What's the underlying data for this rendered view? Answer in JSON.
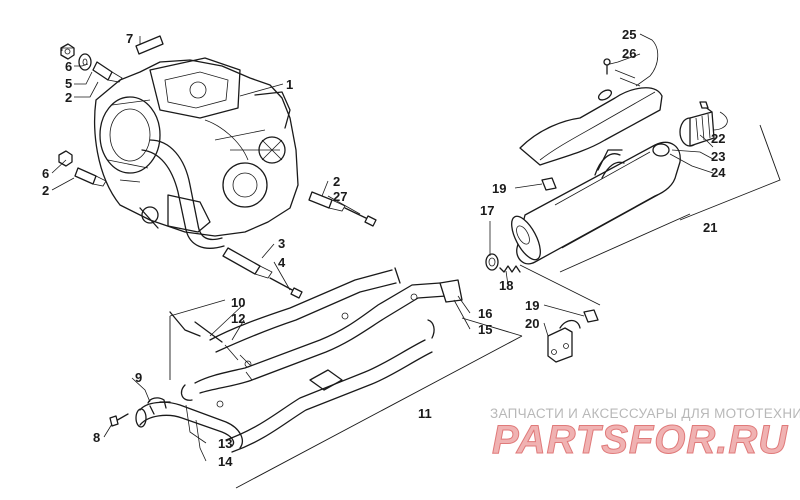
{
  "callouts": {
    "c1": "1",
    "c2a": "2",
    "c2b": "2",
    "c2c": "2",
    "c3": "3",
    "c4": "4",
    "c5": "5",
    "c6a": "6",
    "c6b": "6",
    "c7": "7",
    "c8": "8",
    "c9": "9",
    "c10": "10",
    "c11": "11",
    "c12": "12",
    "c13": "13",
    "c14": "14",
    "c15": "15",
    "c16": "16",
    "c17": "17",
    "c18": "18",
    "c19a": "19",
    "c19b": "19",
    "c20": "20",
    "c21": "21",
    "c22": "22",
    "c23": "23",
    "c24": "24",
    "c25": "25",
    "c26": "26",
    "c27": "27"
  },
  "watermark": {
    "tagline": "ЗАПЧАСТИ И АКСЕССУАРЫ ДЛЯ МОТОТЕХНИКИ",
    "logo": "PARTSFOR.RU"
  },
  "colors": {
    "line": "#1a1a1a",
    "watermark_gray": "#b8b8b8",
    "watermark_red": "#e07a7a"
  }
}
